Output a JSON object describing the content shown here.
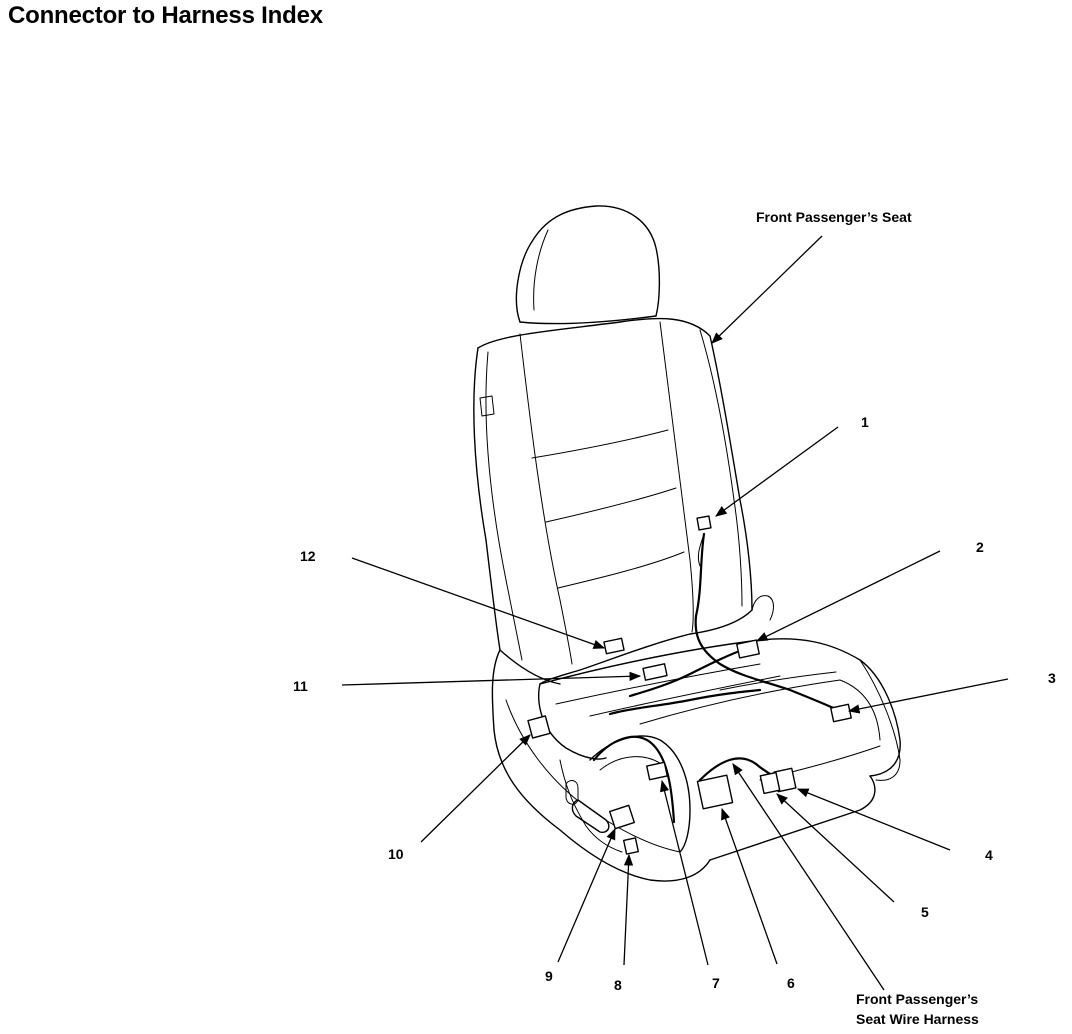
{
  "title": "Connector to Harness Index",
  "labels": {
    "seat": "Front Passenger’s Seat",
    "harness_line1": "Front Passenger’s",
    "harness_line2": "Seat Wire Harness"
  },
  "callouts": [
    "1",
    "2",
    "3",
    "4",
    "5",
    "6",
    "7",
    "8",
    "9",
    "10",
    "11",
    "12"
  ]
}
